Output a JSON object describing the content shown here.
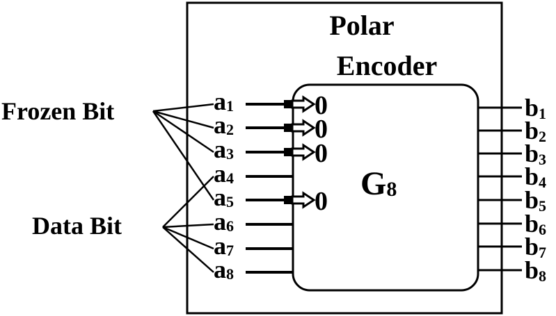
{
  "encoder": {
    "title_line1": "Polar",
    "title_line2": "Encoder"
  },
  "matrix": {
    "symbol": "G",
    "subscript": "8"
  },
  "groups": {
    "frozen_label": "Frozen Bit",
    "data_label": "Data Bit"
  },
  "inputs": [
    {
      "letter": "a",
      "index": "1",
      "frozen": true,
      "value": "0"
    },
    {
      "letter": "a",
      "index": "2",
      "frozen": true,
      "value": "0"
    },
    {
      "letter": "a",
      "index": "3",
      "frozen": true,
      "value": "0"
    },
    {
      "letter": "a",
      "index": "4",
      "frozen": false,
      "value": ""
    },
    {
      "letter": "a",
      "index": "5",
      "frozen": true,
      "value": "0"
    },
    {
      "letter": "a",
      "index": "6",
      "frozen": false,
      "value": ""
    },
    {
      "letter": "a",
      "index": "7",
      "frozen": false,
      "value": ""
    },
    {
      "letter": "a",
      "index": "8",
      "frozen": false,
      "value": ""
    }
  ],
  "outputs": [
    {
      "letter": "b",
      "index": "1"
    },
    {
      "letter": "b",
      "index": "2"
    },
    {
      "letter": "b",
      "index": "3"
    },
    {
      "letter": "b",
      "index": "4"
    },
    {
      "letter": "b",
      "index": "5"
    },
    {
      "letter": "b",
      "index": "6"
    },
    {
      "letter": "b",
      "index": "7"
    },
    {
      "letter": "b",
      "index": "8"
    }
  ]
}
